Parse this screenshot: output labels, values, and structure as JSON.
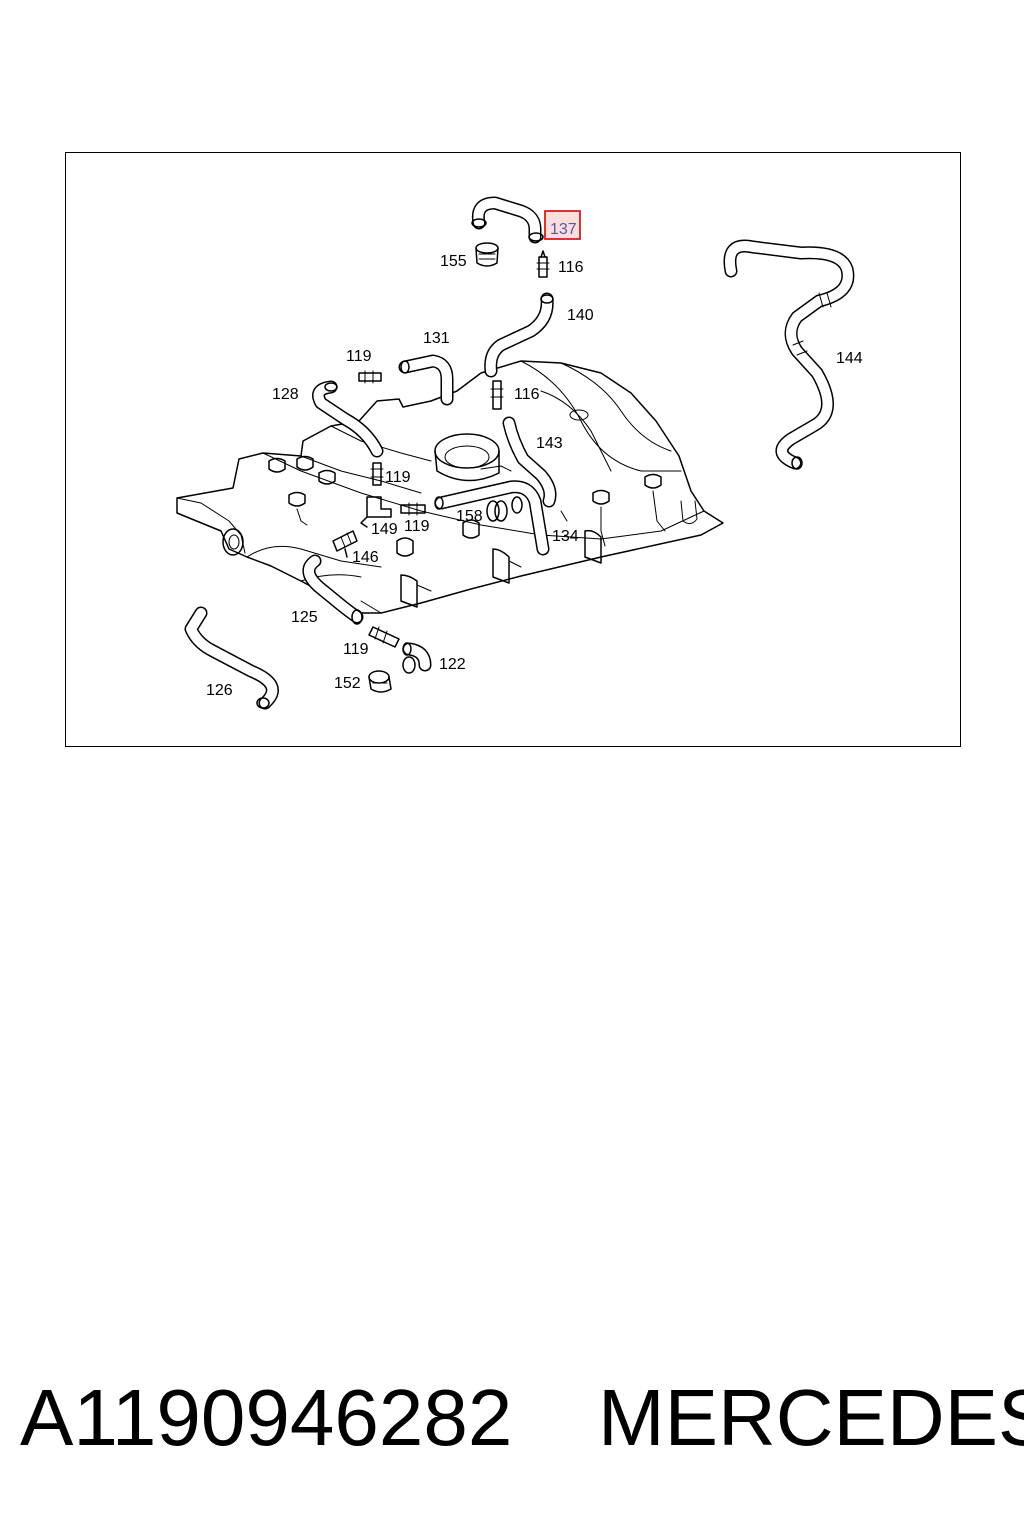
{
  "diagram": {
    "highlighted_part": "137",
    "parts": [
      {
        "id": "137",
        "label": "137"
      },
      {
        "id": "155",
        "label": "155"
      },
      {
        "id": "116a",
        "label": "116"
      },
      {
        "id": "140",
        "label": "140"
      },
      {
        "id": "131",
        "label": "131"
      },
      {
        "id": "119a",
        "label": "119"
      },
      {
        "id": "128",
        "label": "128"
      },
      {
        "id": "116b",
        "label": "116"
      },
      {
        "id": "143",
        "label": "143"
      },
      {
        "id": "144",
        "label": "144"
      },
      {
        "id": "119b",
        "label": "119"
      },
      {
        "id": "158",
        "label": "158"
      },
      {
        "id": "149",
        "label": "149"
      },
      {
        "id": "119c",
        "label": "119"
      },
      {
        "id": "146",
        "label": "146"
      },
      {
        "id": "134",
        "label": "134"
      },
      {
        "id": "125",
        "label": "125"
      },
      {
        "id": "119d",
        "label": "119"
      },
      {
        "id": "122",
        "label": "122"
      },
      {
        "id": "126",
        "label": "126"
      },
      {
        "id": "152",
        "label": "152"
      }
    ]
  },
  "footer": {
    "part_number": "A1190946282",
    "brand": "MERCEDES"
  }
}
